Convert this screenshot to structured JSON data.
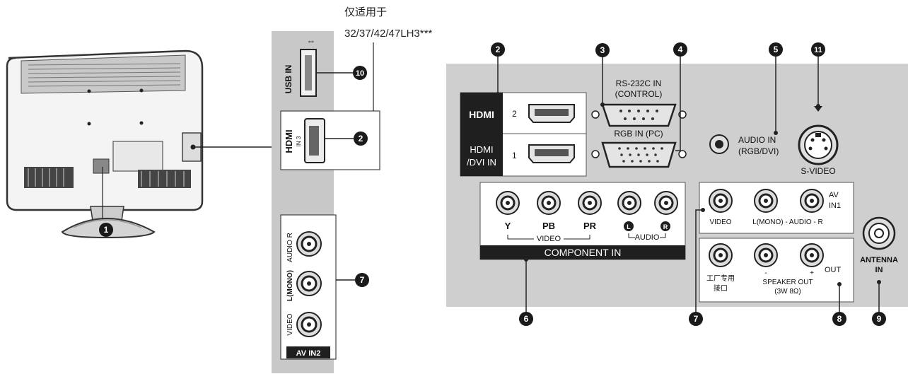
{
  "note": {
    "line1": "仅适用于",
    "line2": "32/37/42/47LH3***"
  },
  "callouts": [
    "1",
    "2",
    "10",
    "7",
    "2",
    "3",
    "4",
    "5",
    "11",
    "6",
    "7",
    "8",
    "9"
  ],
  "side_panel": {
    "usb_label": "USB IN",
    "hdmi_label": "HDMI",
    "hdmi_sub": "IN 3",
    "audio_r_label": "AUDIO R",
    "audio_l_label": "L(MONO)",
    "video_label": "VIDEO",
    "av_in2_label": "AV IN2"
  },
  "rear_panel": {
    "hdmi2_label": "HDMI",
    "hdmi2_num": "2",
    "hdmi1_label_a": "HDMI",
    "hdmi1_label_b": "/DVI IN",
    "hdmi1_num": "1",
    "rs232_a": "RS-232C IN",
    "rs232_b": "(CONTROL)",
    "rgb_in": "RGB IN (PC)",
    "audio_in_a": "AUDIO IN",
    "audio_in_b": "(RGB/DVI)",
    "svideo": "S-VIDEO",
    "comp_y": "Y",
    "comp_pb": "PB",
    "comp_pr": "PR",
    "comp_l": "L",
    "comp_r": "R",
    "comp_video": "VIDEO",
    "comp_audio": "AUDIO",
    "component_in": "COMPONENT IN",
    "av1_video": "VIDEO",
    "av1_audio": "L(MONO) - AUDIO - R",
    "av1_a": "AV",
    "av1_b": "IN1",
    "factory_a": "工厂专用",
    "factory_b": "接口",
    "speaker_minus": "-",
    "speaker_plus": "+",
    "speaker_out": "SPEAKER  OUT",
    "speaker_spec": "(3W 8Ω)",
    "out_label": "OUT",
    "antenna_a": "ANTENNA",
    "antenna_b": "IN"
  }
}
